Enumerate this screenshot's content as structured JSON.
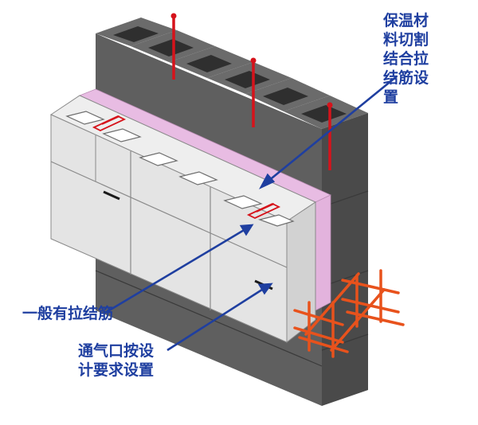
{
  "labels": {
    "insulation_tie": [
      "保温材",
      "料切割",
      "结合拉",
      "结筋设",
      "置"
    ],
    "general_tie": "一般有拉结筋",
    "vent": [
      "通气口按设",
      "计要求设置"
    ]
  },
  "colors": {
    "block_dark": "#5f5f5f",
    "block_dark_side": "#4a4a4a",
    "block_light": "#e4e4e4",
    "insulation": "#e3b3dd",
    "rebar_red": "#d6131b",
    "rebar_orange": "#e8521c",
    "arrow_blue": "#1f3fa0"
  }
}
